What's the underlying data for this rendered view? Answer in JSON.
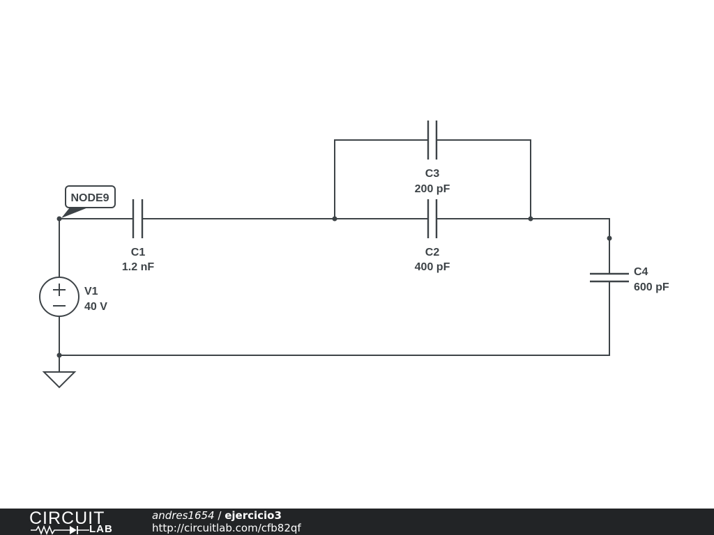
{
  "node_label": "NODE9",
  "components": {
    "v1": {
      "name": "V1",
      "value": "40 V"
    },
    "c1": {
      "name": "C1",
      "value": "1.2 nF"
    },
    "c2": {
      "name": "C2",
      "value": "400 pF"
    },
    "c3": {
      "name": "C3",
      "value": "200 pF"
    },
    "c4": {
      "name": "C4",
      "value": "600 pF"
    }
  },
  "footer": {
    "logo_top": "CIRCUIT",
    "logo_bottom": "LAB",
    "user": "andres1654",
    "separator": " / ",
    "project": "ejercicio3",
    "url": "http://circuitlab.com/cfb82qf"
  }
}
